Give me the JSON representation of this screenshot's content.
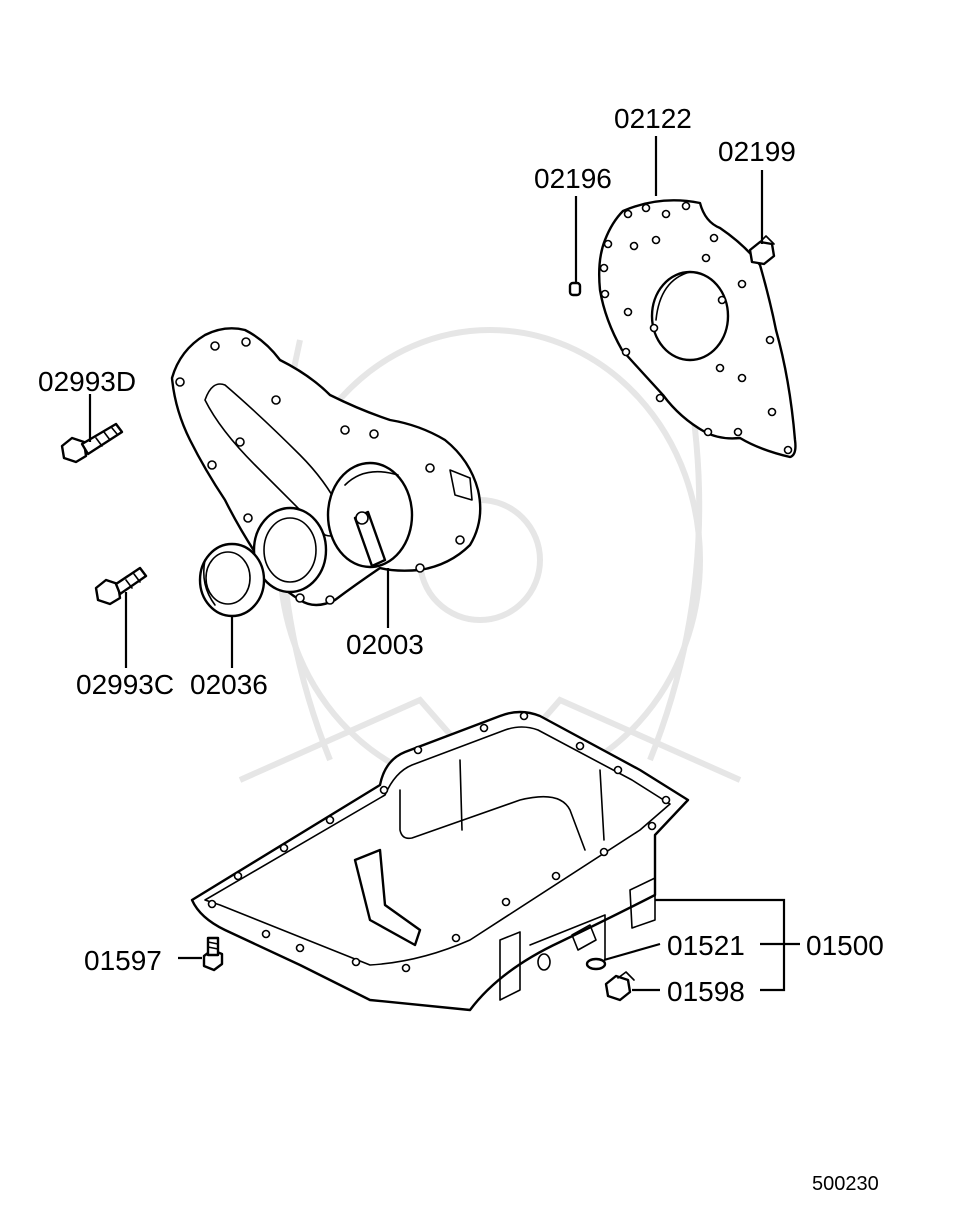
{
  "labels": {
    "p02122": "02122",
    "p02199": "02199",
    "p02196": "02196",
    "p02993D": "02993D",
    "p02993C": "02993C",
    "p02036": "02036",
    "p02003": "02003",
    "p01521": "01521",
    "p01500": "01500",
    "p01597": "01597",
    "p01598": "01598"
  },
  "diagram_code": "500230"
}
